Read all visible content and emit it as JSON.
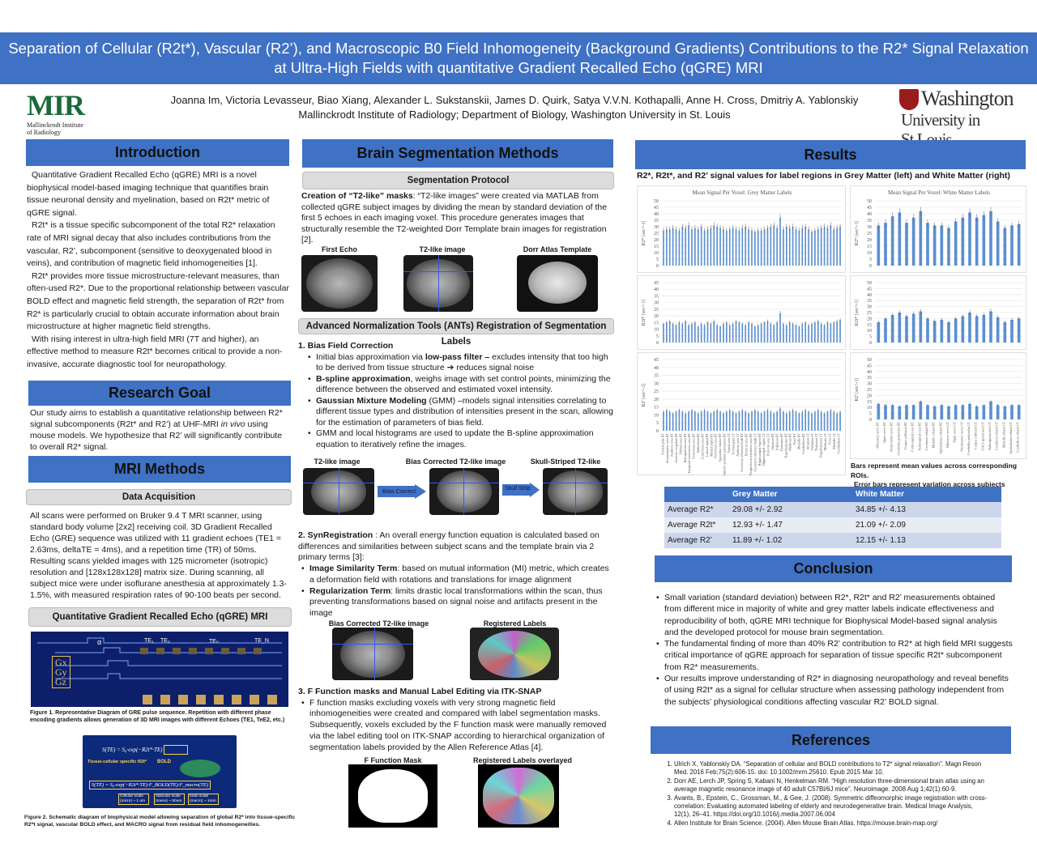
{
  "title": {
    "line1": "Separation of Cellular (R2t*), Vascular (R2’), and Macroscopic B0 Field Inhomogeneity (Background Gradients) Contributions to the R2* Signal Relaxation",
    "line2": "at Ultra-High Fields with quantitative Gradient Recalled Echo (qGRE) MRI"
  },
  "authors": "Joanna Im, Victoria Levasseur, Biao Xiang, Alexander L. Sukstanskii, James D. Quirk, Satya V.V.N. Kothapalli, Anne H. Cross, Dmitriy A. Yablonskiy",
  "affiliation": "Mallinckrodt Institute of Radiology; Department of Biology, Washington University in St. Louis",
  "logos": {
    "mir": {
      "mark": "MIR",
      "line1": "Mallinckrodt Institute",
      "line2": "of Radiology"
    },
    "wu": {
      "line1": "Washington",
      "line2": "University in St.Louis"
    }
  },
  "introduction": {
    "heading": "Introduction",
    "p1": "Quantitative Gradient Recalled Echo (qGRE) MRI is a novel biophysical model-based imaging technique that quantifies brain tissue neuronal density and myelination, based on R2t* metric of qGRE signal.",
    "p2": "R2t* is a tissue specific subcomponent of the total R2* relaxation rate of MRI signal decay that also includes contributions from the vascular, R2’, subcomponent (sensitive to deoxygenated blood in veins), and contribution of magnetic field inhomogeneities [1].",
    "p3": "R2t* provides more tissue microstructure-relevant measures, than often-used R2*. Due to the proportional relationship between vascular BOLD effect and magnetic field strength, the separation of R2t* from R2* is particularly crucial to obtain accurate information about brain microstructure at higher magnetic field strengths.",
    "p4": "With rising interest in ultra-high field MRI (7T and higher), an effective method to measure R2t* becomes critical to provide a non-invasive, accurate diagnostic tool for neuropathology."
  },
  "research_goal": {
    "heading": "Research Goal",
    "text_a": "Our study aims to establish a quantitative relationship between R2* signal subcomponents (R2t* and R2’) at UHF-MRI ",
    "text_em": "in vivo",
    "text_b": " using mouse models. We hypothesize that R2’ will significantly contribute to overall R2* signal."
  },
  "mri_methods": {
    "heading": "MRI Methods",
    "sub": "Data Acquisition",
    "text": "All scans were performed on Bruker 9.4 T MRI scanner, using standard body volume [2x2] receiving coil. 3D Gradient Recalled Echo (GRE) sequence was utilized with 11 gradient echoes (TE1 = 2.63ms, deltaTE = 4ms), and a repetition time (TR) of 50ms. Resulting scans yielded images with 125 micrometer (isotropic) resolution and [128x128x128] matrix size. During scanning, all subject mice were under isoflurane anesthesia at approximately 1.3-1.5%, with measured respiration rates of 90-100 beats per second.",
    "sub2": "Quantitative Gradient Recalled Echo (qGRE) MRI",
    "fig1": {
      "alpha": "α",
      "te1": "TE₁",
      "te2": "TE₂",
      "ten": "TEₙ",
      "teN": "TE_N",
      "gx": "Gx",
      "gy": "Gy",
      "gz": "Gz",
      "caption": "Figure 1. Representative Diagram of GRE pulse sequence. Repetition with different phase encoding gradients allows generation of 3D MRI images with different Echoes (TE1, TeE2, etc.)"
    },
    "fig2": {
      "eq_top": "S(TE) = S₀·exp(−R2t*·TE)",
      "label_tissue": "Tissue-cellular specific R2t*",
      "label_bold": "BOLD",
      "eq_main": "S(TE) = S₀·exp(−R2t*·TE)·F_BOLD(TE)·F_macro(TE)",
      "box1": "Cellular scale (micro) ~ 1 um",
      "box2": "Vascular scale (meso) ~ 50um",
      "box3": "brain scale (macro) ~ 1mm",
      "caption": "Figure 2. Schematic diagram of biophysical model allowing separation of global R2* into tissue-specific R2*t signal, vascular BOLD effect, and MACRO signal from residual field inhomogeneities."
    }
  },
  "segmentation": {
    "heading": "Brain Segmentation Methods",
    "sub": "Segmentation Protocol",
    "creation_bold": "Creation of “T2-like” masks",
    "creation_text": ": “T2-like images” were created via MATLAB from collected qGRE subject images by dividing the mean by standard deviation of the first 5 echoes in each imaging voxel. This procedure generates images that structurally resemble the T2-weighted Dorr Template brain images for registration [2].",
    "img_labels": [
      "First Echo",
      "T2-like image",
      "Dorr Atlas Template"
    ],
    "ants_sub": "Advanced Normalization Tools (ANTs) Registration of Segmentation Labels",
    "bias_heading": "1.  Bias Field Correction",
    "bias_items": [
      {
        "pre": "Initial bias approximation via ",
        "bold": "low-pass filter –",
        "post": " excludes intensity that too high to be derived from tissue structure ➔ reduces signal noise"
      },
      {
        "pre": "",
        "bold": "B-spline approximation",
        "post": ", weighs image with set control points, minimizing the difference between the observed and estimated voxel intensity."
      },
      {
        "pre": "",
        "bold": "Gaussian Mixture Modeling",
        "post": " (GMM) –models signal intensities correlating to different tissue types and distribution of intensities present in the scan, allowing for the estimation of parameters of bias field."
      },
      {
        "pre": "GMM and local histograms are used to update the B-spline approximation equation to iteratively refine the images.",
        "bold": "",
        "post": ""
      }
    ],
    "flow_labels": [
      "T2-like image",
      "Bias Corrected T2-like image",
      "Skull-Striped T2-like image"
    ],
    "flow_arrows": [
      "Bias Correct",
      "Skull Strip"
    ],
    "syn_bold": "2. SynRegistration",
    "syn_text": " : An overall energy function equation is calculated based on differences and similarities between subject scans and the template brain via 2 primary terms [3]:",
    "syn_items": [
      {
        "bold": "Image Similarity Term",
        "post": ": based on mutual information (MI) metric, which creates a deformation field with rotations and translations for image alignment"
      },
      {
        "bold": "Regularization Term",
        "post": ": limits drastic local transformations within the scan, thus preventing transformations based on signal noise and artifacts present in the image"
      }
    ],
    "reg_labels": [
      "Bias Corrected T2-like image",
      "Registered Labels overlayed"
    ],
    "f_heading": "3. F Function masks and Manual Label Editing via ITK-SNAP",
    "f_text": "F function masks excluding voxels with very strong magnetic field inhomogeneities were created and compared with label segmentation masks. Subsequently, voxels excluded by the F function mask were manually removed via the label editing tool on ITK-SNAP according to hierarchical organization of segmentation labels provided by the Allen Reference Atlas [4].",
    "f_labels": [
      "F Function Mask",
      "Registered Labels overlayed image"
    ]
  },
  "results": {
    "heading": "Results",
    "subtitle": "R2*, R2t*, and R2’ signal values for label regions in Grey Matter (left) and White Matter (right)",
    "note1": "Bars represent mean values across corresponding ROIs.",
    "note2": "Error bars represent variation across subjects",
    "table": {
      "headers": [
        "",
        "Grey Matter",
        "White Matter"
      ],
      "rows": [
        [
          "Average R2*",
          "29.08 +/- 2.92",
          "34.85 +/- 4.13"
        ],
        [
          "Average R2t*",
          "12.93 +/- 1.47",
          "21.09 +/- 2.09"
        ],
        [
          "Average R2’",
          "11.89 +/- 1.02",
          "12.15 +/- 1.13"
        ]
      ]
    }
  },
  "chart_data": [
    {
      "type": "bar",
      "title": "Mean Signal Per Voxel: Grey Matter Labels",
      "ylabel": "R2* [sec^-1]",
      "ylim": [
        0,
        50
      ],
      "yticks": [
        0,
        5,
        10,
        15,
        20,
        25,
        30,
        35,
        40,
        45,
        50
      ],
      "values": [
        27,
        28,
        28,
        29,
        28,
        27,
        30,
        29,
        31,
        28,
        29,
        28,
        30,
        27,
        28,
        29,
        31,
        30,
        29,
        28,
        27,
        28,
        29,
        28,
        27,
        29,
        30,
        28,
        27,
        26,
        27,
        27,
        28,
        29,
        30,
        31,
        29,
        37,
        28,
        30,
        29,
        30,
        28,
        27,
        29,
        30,
        28,
        26,
        27,
        28,
        29,
        30,
        29,
        31,
        28,
        29,
        30
      ]
    },
    {
      "type": "bar",
      "title": "Mean Signal Per Voxel: White Matter Labels",
      "ylabel": "R2* [sec^-1]",
      "ylim": [
        0,
        50
      ],
      "yticks": [
        0,
        5,
        10,
        15,
        20,
        25,
        30,
        35,
        40,
        45,
        50
      ],
      "values": [
        31,
        33,
        38,
        41,
        33,
        37,
        42,
        33,
        31,
        31,
        29,
        34,
        37,
        41,
        37,
        39,
        42,
        34,
        29,
        31,
        32
      ]
    },
    {
      "type": "bar",
      "title": "",
      "ylabel": "R2t* [sec^-1]",
      "ylim": [
        0,
        45
      ],
      "yticks": [
        0,
        5,
        10,
        15,
        20,
        25,
        30,
        35,
        40,
        45
      ],
      "values": [
        14,
        15,
        16,
        14,
        13,
        15,
        14,
        16,
        13,
        14,
        15,
        12,
        14,
        13,
        15,
        14,
        16,
        13,
        12,
        14,
        15,
        13,
        14,
        16,
        15,
        14,
        13,
        15,
        14,
        12,
        13,
        14,
        15,
        16,
        14,
        13,
        15,
        22,
        14,
        13,
        15,
        14,
        13,
        12,
        14,
        15,
        13,
        14,
        15,
        16,
        14,
        13,
        15,
        14,
        15,
        16,
        17
      ]
    },
    {
      "type": "bar",
      "title": "",
      "ylabel": "R2t* [sec^-1]",
      "ylim": [
        0,
        50
      ],
      "yticks": [
        0,
        5,
        10,
        15,
        20,
        25,
        30,
        35,
        40,
        45,
        50
      ],
      "values": [
        17,
        20,
        23,
        25,
        22,
        24,
        26,
        20,
        18,
        19,
        17,
        20,
        22,
        25,
        22,
        23,
        26,
        21,
        17,
        19,
        20
      ]
    },
    {
      "type": "bar",
      "title": "",
      "ylabel": "R2' [sec^-1]",
      "ylim": [
        0,
        45
      ],
      "yticks": [
        0,
        5,
        10,
        15,
        20,
        25,
        30,
        35,
        40,
        45
      ],
      "values": [
        12,
        13,
        12,
        11,
        12,
        13,
        12,
        11,
        12,
        13,
        12,
        11,
        12,
        13,
        12,
        11,
        12,
        13,
        12,
        11,
        12,
        13,
        12,
        11,
        12,
        13,
        12,
        11,
        12,
        13,
        12,
        11,
        12,
        13,
        12,
        11,
        12,
        14,
        12,
        11,
        12,
        13,
        12,
        11,
        12,
        13,
        12,
        11,
        12,
        13,
        12,
        11,
        12,
        13,
        12,
        11,
        12
      ],
      "categories": [
        "Frontal pole RT",
        "Somatomotor area RT",
        "Auditory area RT",
        "Anterior cingulate RT",
        "Orbital area RT",
        "Retrosplenial area RT",
        "Temporal association area RT",
        "Ectorhinal area RT",
        "Subiculum RT",
        "Entorhinal area RT",
        "Lateral septal RT",
        "Medial septal RT",
        "Perirhinal area RT",
        "Agranular insular RT",
        "Posterior parietal association RT",
        "Visual area LT",
        "Frontal pole LT",
        "Auditory area LT",
        "Accessory olfactory bulb RT",
        "Piriform area RT",
        "Postpiriform transition area RT",
        "Accessory olfactory bulb LT",
        "Hippocampal region RT",
        "Hippocampal region LT",
        "Piriform area LT",
        "Striatum RT",
        "Pallidum RT",
        "Thalamus RT",
        "Hypothalamus RT",
        "Midbrain RT",
        "Pons RT",
        "Medulla RT",
        "Cerebellum RT",
        "Striatum LT",
        "Pallidum LT",
        "Thalamus LT",
        "Hypothalamus LT",
        "Midbrain LT",
        "Pons LT",
        "Medulla LT",
        "Cerebellum LT"
      ]
    },
    {
      "type": "bar",
      "title": "",
      "ylabel": "R2' [sec^-1]",
      "ylim": [
        0,
        50
      ],
      "yticks": [
        0,
        5,
        10,
        15,
        20,
        25,
        30,
        35,
        40,
        45,
        50
      ],
      "values": [
        13,
        12,
        12,
        11,
        12,
        12,
        15,
        12,
        11,
        12,
        11,
        12,
        12,
        13,
        11,
        12,
        15,
        12,
        11,
        12,
        12
      ],
      "categories": [
        "Olfactory nerve RT",
        "Optic nerve RT",
        "Oculomotor nerve RT",
        "Cerebellar peduncles RT",
        "Corpus callosum RT",
        "Corticospinal tract RT",
        "Rubrospinal tract RT",
        "Cerebrum related RT",
        "Medulla related RT",
        "Epithalamus related RT",
        "Olfactory nerve LT",
        "Optic nerve LT",
        "Oculomotor nerve LT",
        "Cerebellar peduncles LT",
        "Corpus callosum LT",
        "CoCS spinal tract LT",
        "Rubrospinal tract LT",
        "Cerebrum related LT",
        "Medulla related LT",
        "Epithalamus related LT",
        "Cerebellum related LT"
      ]
    }
  ],
  "conclusion": {
    "heading": "Conclusion",
    "items": [
      "Small variation (standard deviation) between R2*, R2t* and R2’ measurements obtained from different mice in majority of white and grey matter labels indicate effectiveness and reproducibility of both, qGRE MRI technique for Biophysical Model-based signal analysis and the developed protocol for mouse brain segmentation.",
      "The fundamental finding of more than 40% R2’ contribution to R2* at high field MRI suggests critical importance of qGRE approach for separation of tissue specific R2t* subcomponent from R2* measurements.",
      "Our results improve understanding of R2* in diagnosing neuropathology and reveal benefits of using R2t* as a signal for cellular structure when assessing pathology independent from the subjects’ physiological conditions affecting vascular R2’ BOLD signal."
    ]
  },
  "references": {
    "heading": "References",
    "items": [
      "Ulrich X, Yablonskiy DA. “Separation of cellular and BOLD contributions to T2* signal relaxation”. Magn Reson Med. 2016 Feb;75(2):606-15. doi: 10.1002/mrm.25610. Epub 2015 Mar 10.",
      "Dorr AE, Lerch JP, Spring S, Kabani N, Henkelman RM. “High resolution three-dimensional brain atlas using an average magnetic resonance image of 40 adult C57Bl/6J mice”. Neuroimage. 2008 Aug 1;42(1):60-9.",
      " Avants, B., Epstein, C., Grossman, M., & Gee, J. (2008). Symmetric diffeomorphic image registration with cross-correlation: Evaluating automated labeling of elderly and neurodegenerative brain. Medical Image Analysis, 12(1), 26–41. https://doi.org/10.1016/j.media.2007.06.004",
      "Allen Institute for Brain Science. (2004). Allen Mouse Brain Atlas. https://mouse.brain-map.org/"
    ]
  },
  "colors": {
    "banner": "#3f71c4",
    "bar": "#5b8fd0",
    "table_head": "#3f71c4"
  }
}
